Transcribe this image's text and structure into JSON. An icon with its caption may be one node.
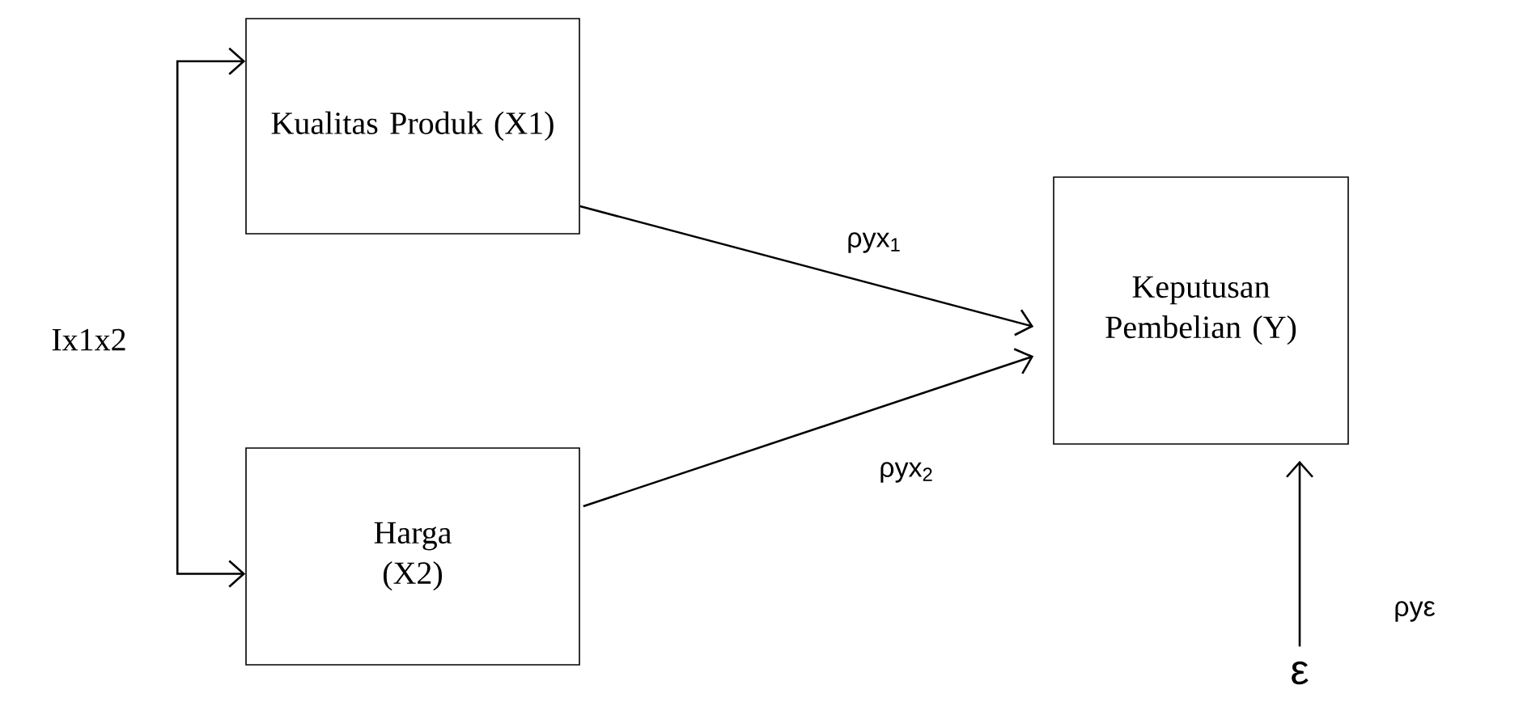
{
  "diagram": {
    "nodes": [
      {
        "text": [
          "Kualitas Produk (X1)"
        ]
      },
      {
        "text": [
          "Harga (X2)"
        ]
      },
      {
        "text": [
          "Keputusan Pembelian (Y)"
        ]
      },
      {
        "text": [
          "ε"
        ]
      }
    ],
    "edges": [
      {
        "from": 0,
        "to": 1,
        "arrow": "both",
        "label": "Ix1x2"
      },
      {
        "from": 0,
        "to": 2,
        "arrow": "to",
        "label": "ρyx$_{1}$"
      },
      {
        "from": 1,
        "to": 2,
        "arrow": "to",
        "label": "ρyx$_{2}$"
      },
      {
        "from": 3,
        "to": 2,
        "arrow": "to",
        "label": "ρyε"
      }
    ]
  }
}
